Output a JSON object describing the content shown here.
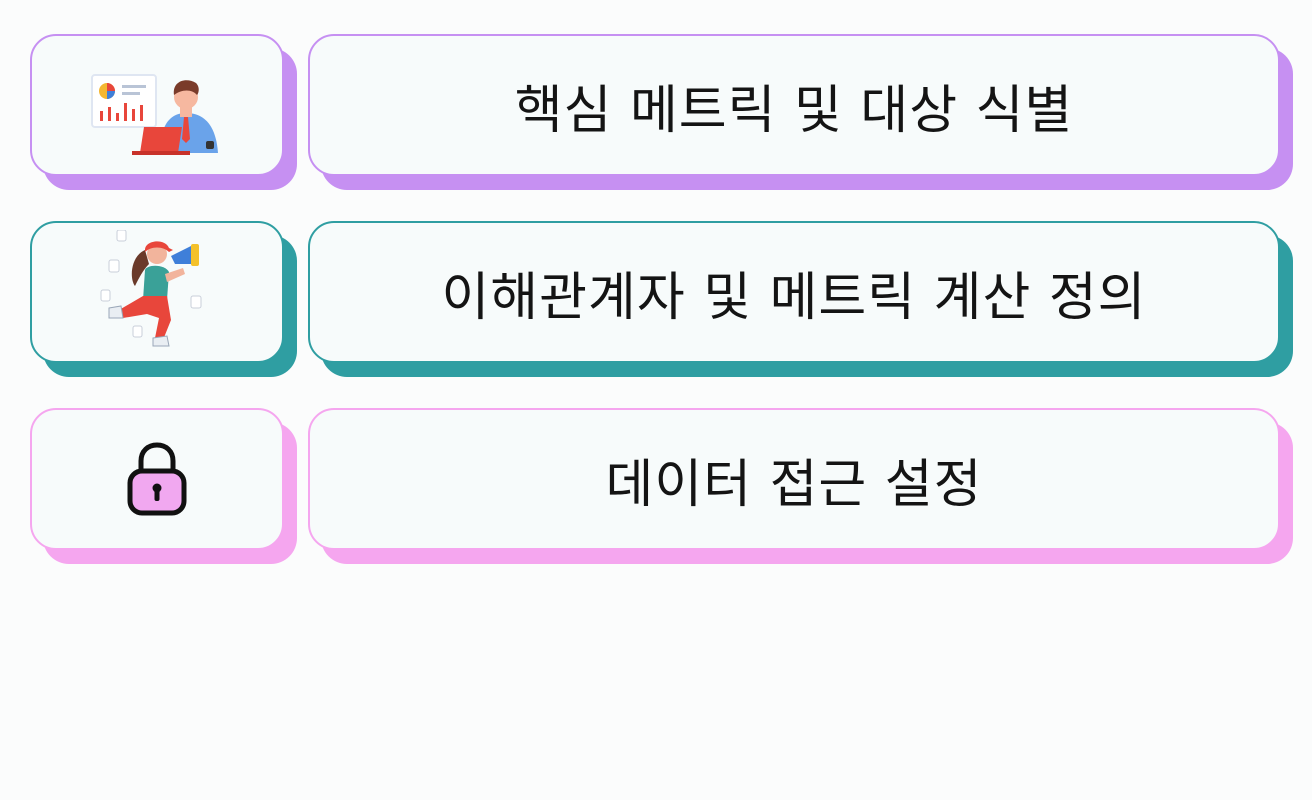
{
  "steps": [
    {
      "label": "핵심 메트릭 및 대상 식별",
      "accent": "#c690f2",
      "icon": "analyst-with-charts-icon"
    },
    {
      "label": "이해관계자 및 메트릭 계산 정의",
      "accent": "#2f9ea2",
      "icon": "person-with-megaphone-icon"
    },
    {
      "label": "데이터 접근 설정",
      "accent": "#f5a6ef",
      "icon": "padlock-icon"
    }
  ]
}
